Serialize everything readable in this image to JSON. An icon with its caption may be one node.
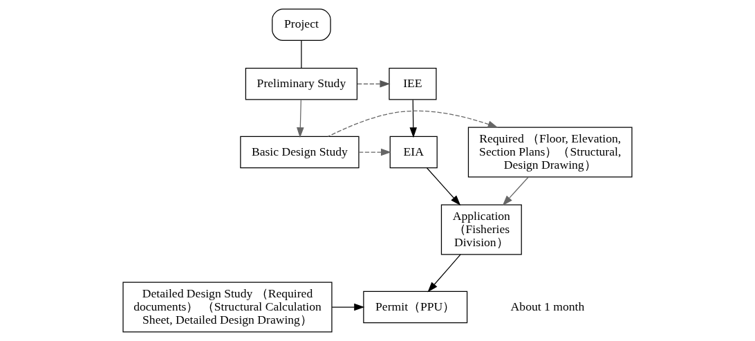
{
  "diagram": {
    "nodes": [
      {
        "text": [
          "Project"
        ]
      },
      {
        "text": [
          "Preliminary Study"
        ]
      },
      {
        "text": [
          "IEE"
        ]
      },
      {
        "text": [
          "Required （Floor, Elevation, Section Plans）（Structural, Design Drawing）"
        ]
      },
      {
        "text": [
          "Basic Design Study"
        ]
      },
      {
        "text": [
          "EIA"
        ]
      },
      {
        "text": [
          "Application （Fisheries Division）"
        ]
      },
      {
        "text": [
          "Detailed Design Study （Required documents） （Structural Calculation Sheet, Detailed Design Drawing）"
        ]
      },
      {
        "text": [
          "Permit（PPU）"
        ]
      }
    ],
    "edges": [
      {
        "from": 0,
        "to": 1,
        "arrow": "none"
      },
      {
        "from": 1,
        "to": 2,
        "arrow": "to",
        "style": "dashed",
        "color": "#555555"
      },
      {
        "from": 1,
        "to": 4,
        "arrow": "to",
        "color": "#666666"
      },
      {
        "from": 2,
        "to": 5,
        "arrow": "to"
      },
      {
        "from": 4,
        "to": 3,
        "arrow": "to",
        "style": "dashed",
        "color": "#666666"
      },
      {
        "from": 4,
        "to": 5,
        "arrow": "to",
        "style": "dashed",
        "color": "#666666"
      },
      {
        "from": 3,
        "to": 6,
        "arrow": "to",
        "color": "#666666"
      },
      {
        "from": 5,
        "to": 6,
        "arrow": "to"
      },
      {
        "from": 6,
        "to": 8,
        "arrow": "to"
      },
      {
        "from": 7,
        "to": 8,
        "arrow": "to"
      }
    ],
    "labels": [
      "About 1 month"
    ]
  }
}
